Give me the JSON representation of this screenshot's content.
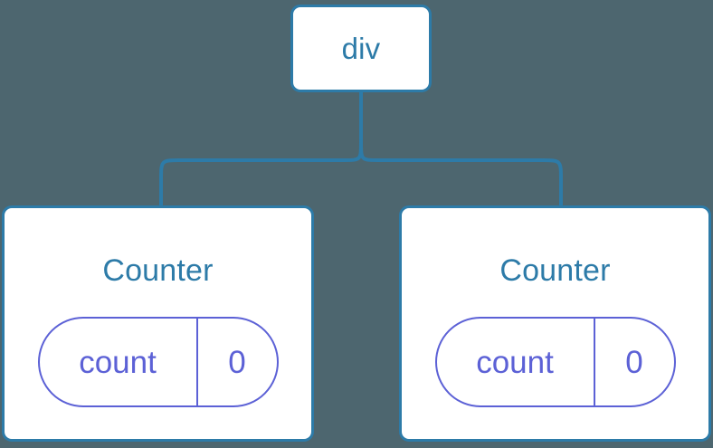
{
  "diagram": {
    "background_color": "#4d666f",
    "node_border_color": "#2d7ba8",
    "node_text_color": "#2d7ba8",
    "state_accent_color": "#5c61d6",
    "connector_color": "#2d7ba8",
    "root": {
      "label": "div"
    },
    "children": [
      {
        "label": "Counter",
        "state": {
          "key": "count",
          "value": "0"
        }
      },
      {
        "label": "Counter",
        "state": {
          "key": "count",
          "value": "0"
        }
      }
    ]
  }
}
